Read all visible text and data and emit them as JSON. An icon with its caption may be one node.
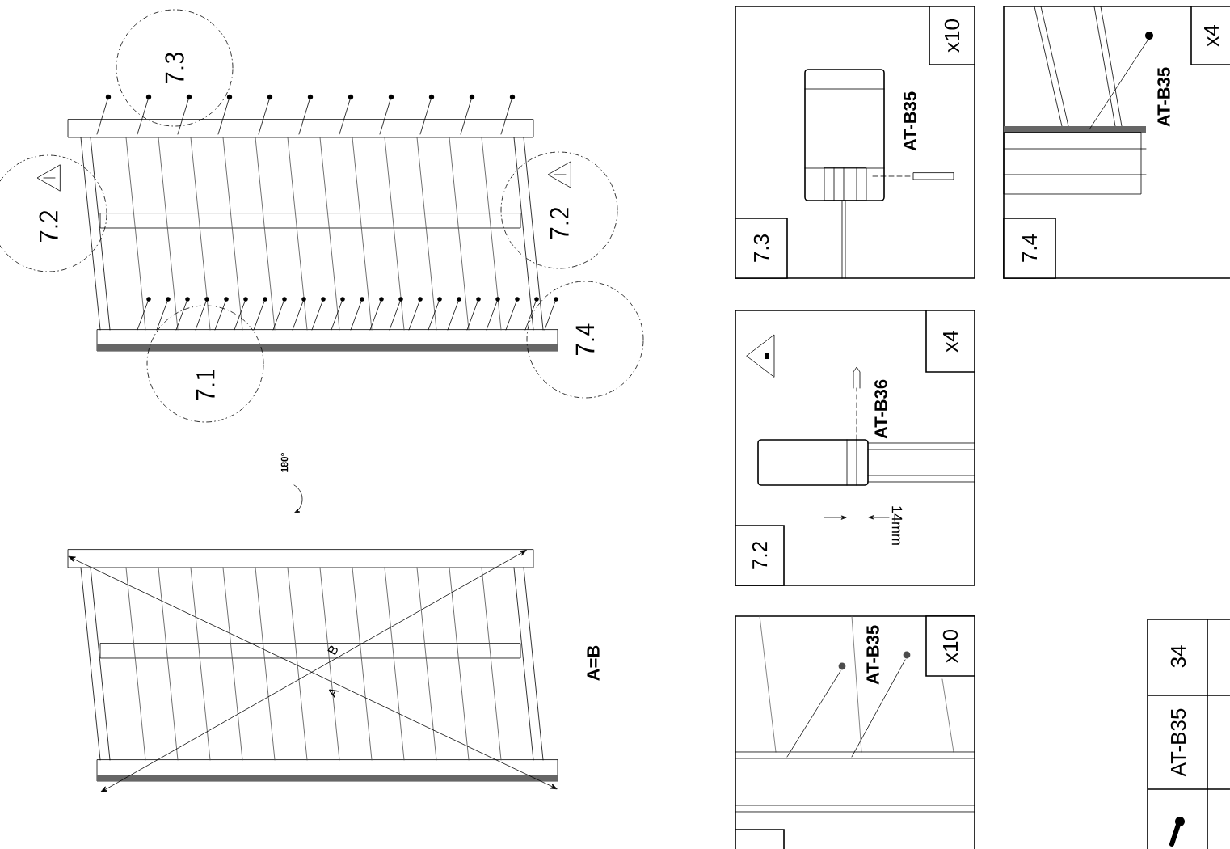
{
  "diagram": {
    "nodes": [
      {
        "text": [
          "7.3"
        ]
      },
      {
        "text": [
          "7.2"
        ]
      },
      {
        "text": [
          "7.2"
        ]
      },
      {
        "text": [
          "7.1"
        ]
      },
      {
        "text": [
          "7.4"
        ]
      },
      {
        "text": [
          "x10",
          "AT-B35",
          "7.3"
        ]
      },
      {
        "text": [
          "x4",
          "AT-B35",
          "7.4"
        ]
      },
      {
        "text": [
          "x4",
          "AT-B36",
          "14mm",
          "7.2"
        ]
      },
      {
        "text": [
          "x10",
          "AT-B35"
        ]
      }
    ],
    "labels": [
      "180°",
      "B",
      "A",
      "A=B",
      "34",
      "AT-B35"
    ]
  }
}
